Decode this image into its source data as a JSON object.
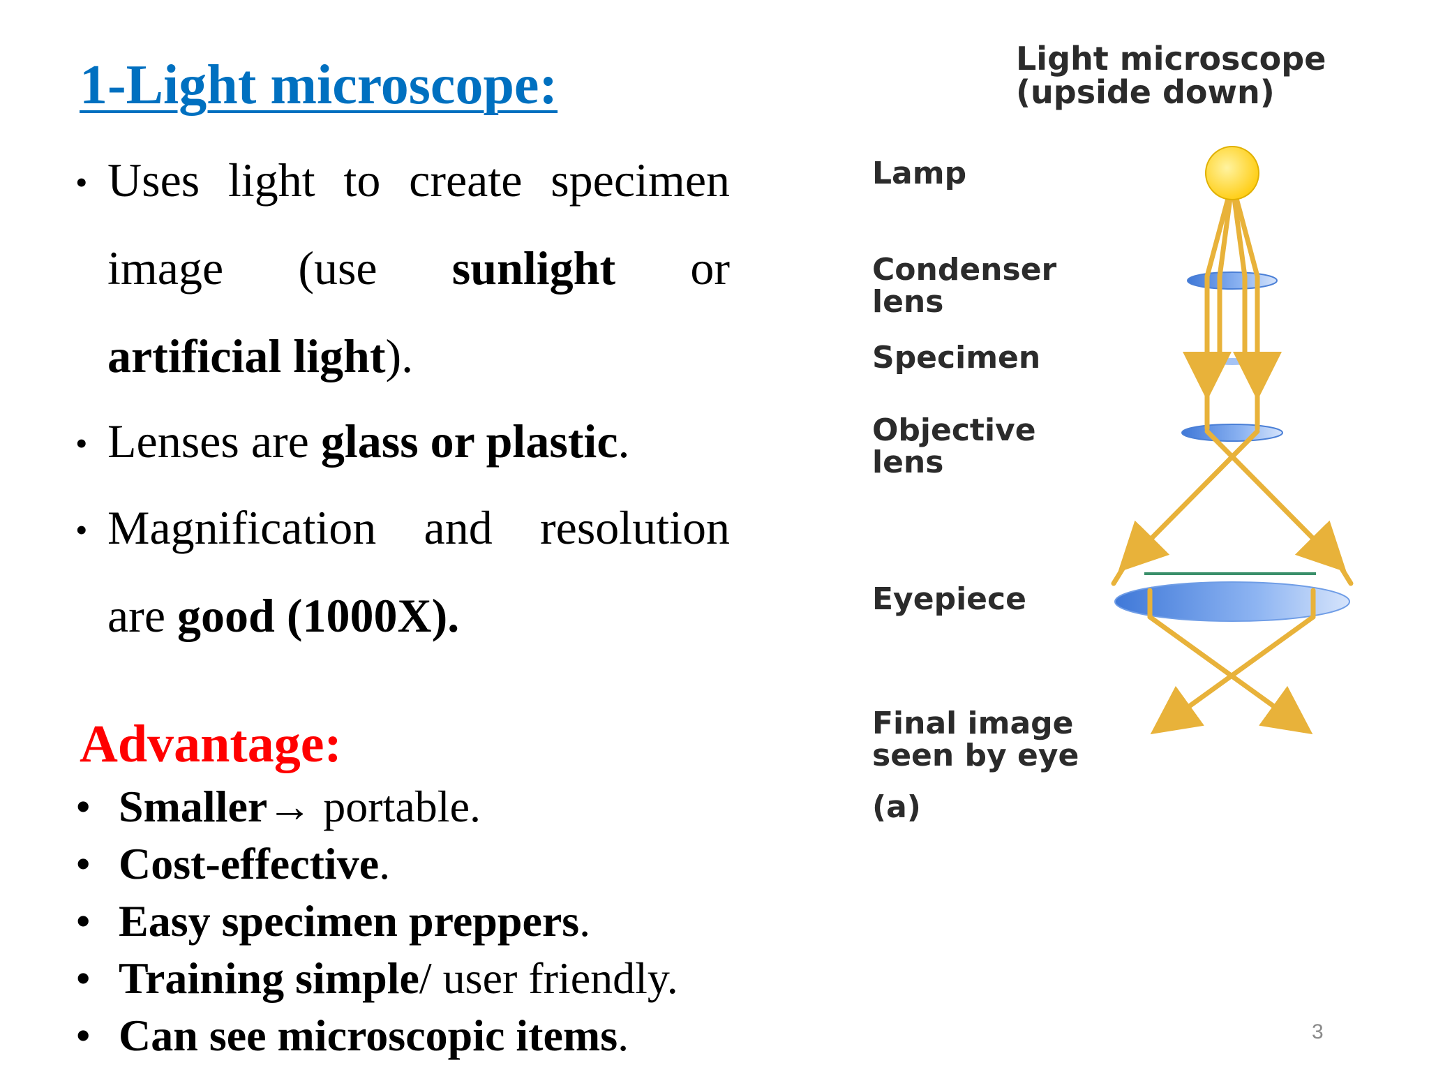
{
  "title": "1-Light microscope:",
  "bullets": {
    "b1": {
      "l1": [
        "Uses",
        "light",
        "to",
        "create",
        "specimen"
      ],
      "l2": [
        "image",
        "(use",
        "sunlight",
        "or"
      ],
      "l3_bold": "artificial light",
      "l3_tail": ")."
    },
    "b2": {
      "pre": "Lenses are ",
      "bold": "glass or plastic",
      "post": "."
    },
    "b3": {
      "l1": [
        "Magnification",
        "and",
        "resolution"
      ],
      "pre": "are ",
      "bold": "good (1000X)."
    },
    "bullet_char": "•"
  },
  "advantage": {
    "heading": "Advantage:",
    "items": [
      {
        "bold": "Smaller",
        "rest": "→ portable."
      },
      {
        "bold": "Cost-effective",
        "rest": "."
      },
      {
        "bold": "Easy specimen preppers",
        "rest": "."
      },
      {
        "bold": "Training simple",
        "rest": "/ user friendly."
      },
      {
        "bold": "Can see microscopic items",
        "rest": "."
      }
    ]
  },
  "diagram": {
    "title1": "Light microscope",
    "title2": "(upside down)",
    "lamp": "Lamp",
    "condenser1": "Condenser",
    "condenser2": "lens",
    "specimen": "Specimen",
    "objective1": "Objective",
    "objective2": "lens",
    "eyepiece": "Eyepiece",
    "final1": "Final image",
    "final2": "seen by eye",
    "part": "(a)"
  },
  "page_number": "3",
  "colors": {
    "title": "#0070c0",
    "advantage": "#ff0000",
    "ray": "#e8b23a",
    "lens": "#5b8ee0",
    "lamp": "#ffd21f"
  }
}
